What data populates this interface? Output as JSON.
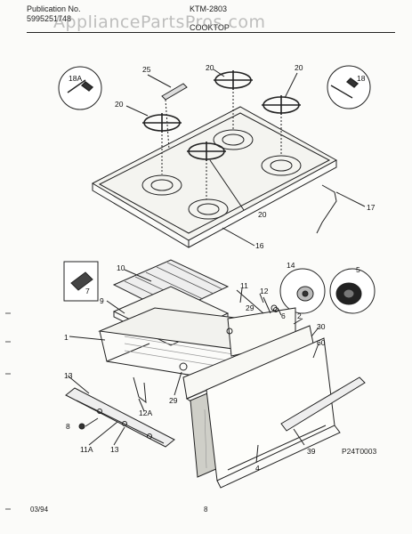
{
  "header": {
    "publication_label": "Publication No.",
    "publication_number": "5995251748",
    "model": "KTM-2803",
    "section_title": "COOKTOP",
    "watermark": "AppliancePartsPros.com"
  },
  "callouts": {
    "c25": "25",
    "c18a": "18A",
    "c20a": "20",
    "c20b": "20",
    "c20c": "20",
    "c20d": "20",
    "c18": "18",
    "c17": "17",
    "c16": "16",
    "c10": "10",
    "c14": "14",
    "c5": "5",
    "c7": "7",
    "c9": "9",
    "c11": "11",
    "c12": "12",
    "c29a": "29",
    "c6": "6",
    "c2": "2",
    "c1": "1",
    "c30": "30",
    "c60": "60",
    "c13a": "13",
    "c29b": "29",
    "c12a": "12A",
    "c8": "8",
    "c11a": "11A",
    "c13b": "13",
    "c4": "4",
    "c39": "39"
  },
  "footer": {
    "diagram_code": "P24T0003",
    "date": "03/94",
    "page": "8"
  }
}
